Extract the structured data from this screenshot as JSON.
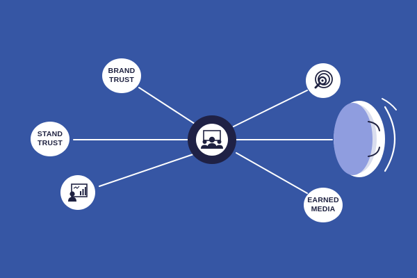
{
  "diagram": {
    "hub": {
      "icon": "team-meeting-icon"
    },
    "nodes": {
      "brand_trust": {
        "line1": "BRAND",
        "line2": "TRUST"
      },
      "stand_trust": {
        "line1": "STAND",
        "line2": "TRUST"
      },
      "earned_media": {
        "line1": "EARNED",
        "line2": "MEDIA"
      },
      "analytics": {
        "icon": "presentation-chart-icon"
      },
      "target": {
        "icon": "magnifier-target-icon"
      }
    },
    "eye": {
      "icon": "eye-icon"
    },
    "colors": {
      "background": "#3656a4",
      "hub": "#1f2145",
      "node": "#ffffff",
      "line": "#ffffff",
      "eye": "#8f9ddf"
    }
  }
}
